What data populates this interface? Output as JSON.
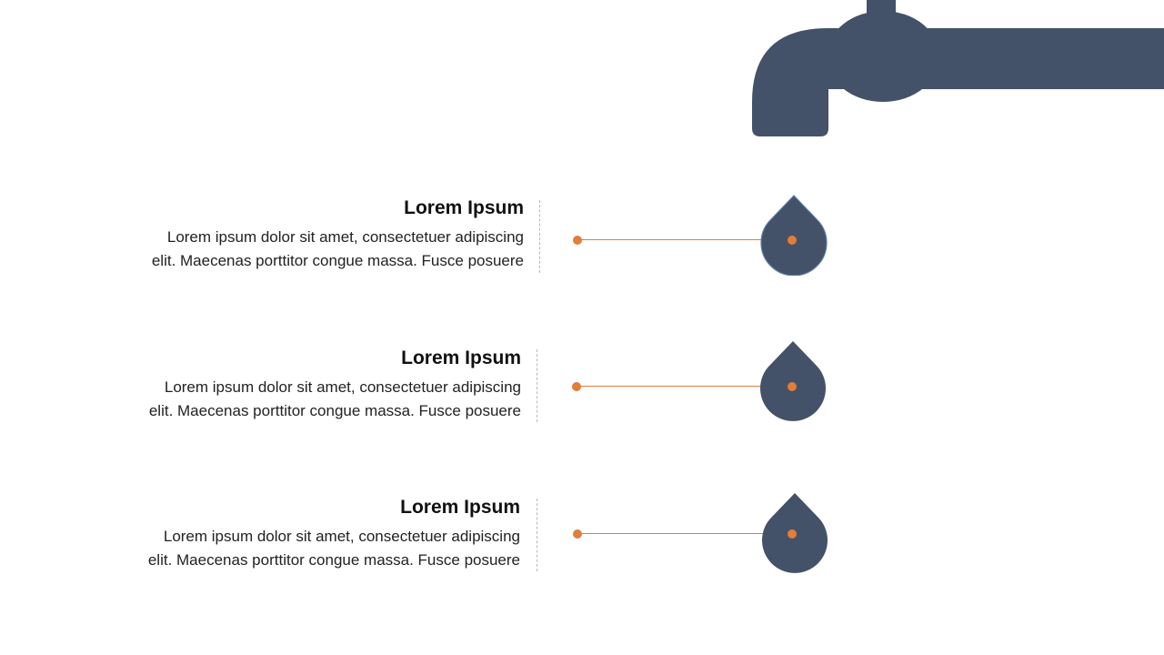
{
  "colors": {
    "faucet": "#435268",
    "drop": "#435268",
    "accent": "#e27d3a"
  },
  "faucet": {
    "icon": "faucet-icon"
  },
  "items": [
    {
      "title": "Lorem Ipsum",
      "body_line1": "Lorem ipsum dolor sit amet, consectetuer adipiscing",
      "body_line2": "elit. Maecenas porttitor congue massa. Fusce posuere"
    },
    {
      "title": "Lorem Ipsum",
      "body_line1": "Lorem ipsum dolor sit amet, consectetuer adipiscing",
      "body_line2": "elit. Maecenas porttitor congue massa. Fusce posuere"
    },
    {
      "title": "Lorem Ipsum",
      "body_line1": "Lorem ipsum dolor sit amet, consectetuer adipiscing",
      "body_line2": "elit. Maecenas porttitor congue massa. Fusce posuere"
    }
  ]
}
